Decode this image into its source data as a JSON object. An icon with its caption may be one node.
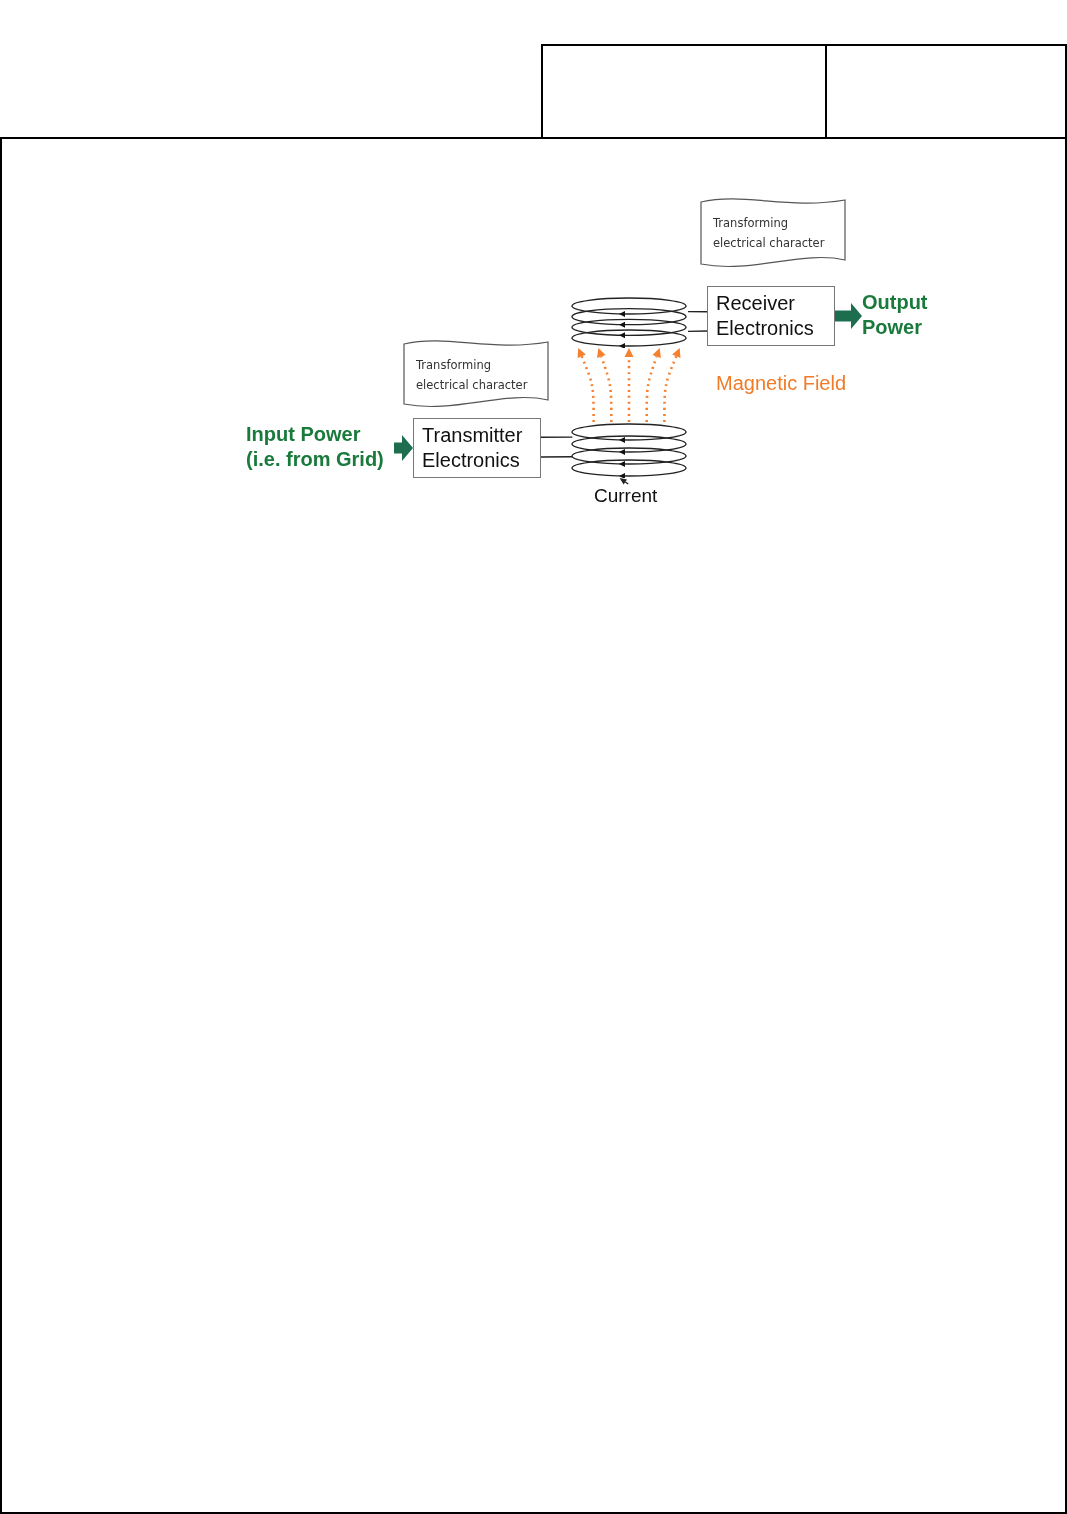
{
  "diagram": {
    "nodes": [
      {
        "text": [
          "Transforming electrical character"
        ]
      },
      {
        "text": [],
        "shape": "coil"
      },
      {
        "text": [
          "Receiver Electronics"
        ]
      },
      {
        "text": [
          "Output Power"
        ]
      },
      {
        "text": [
          "Transforming electrical character"
        ]
      },
      {
        "text": [
          "Input Power (i.e. from Grid)"
        ]
      },
      {
        "text": [
          "Transmitter Electronics"
        ]
      },
      {
        "text": [],
        "shape": "coil"
      },
      {
        "text": [
          "Current"
        ]
      }
    ],
    "edges": [
      {
        "from": 5,
        "to": 6,
        "arrow": "to",
        "style": "thick",
        "color": "#1d6e4e"
      },
      {
        "from": 6,
        "to": 7,
        "arrow": "none"
      },
      {
        "from": 6,
        "to": 7,
        "arrow": "none"
      },
      {
        "from": 7,
        "to": 1,
        "arrow": "to",
        "style": "dashed",
        "color": "#f5812f"
      },
      {
        "from": 7,
        "to": 1,
        "arrow": "to",
        "style": "dashed",
        "color": "#f5812f"
      },
      {
        "from": 7,
        "to": 1,
        "arrow": "to",
        "style": "dashed",
        "color": "#f5812f"
      },
      {
        "from": 7,
        "to": 1,
        "arrow": "to",
        "style": "dashed",
        "color": "#f5812f"
      },
      {
        "from": 7,
        "to": 1,
        "arrow": "to",
        "style": "dashed",
        "color": "#f5812f"
      },
      {
        "from": 1,
        "to": 2,
        "arrow": "none"
      },
      {
        "from": 1,
        "to": 2,
        "arrow": "none"
      },
      {
        "from": 2,
        "to": 3,
        "arrow": "to",
        "style": "thick",
        "color": "#1d6e4e"
      },
      {
        "from": 8,
        "to": 7,
        "arrow": "to"
      }
    ],
    "labels": [
      "Magnetic Field"
    ]
  }
}
